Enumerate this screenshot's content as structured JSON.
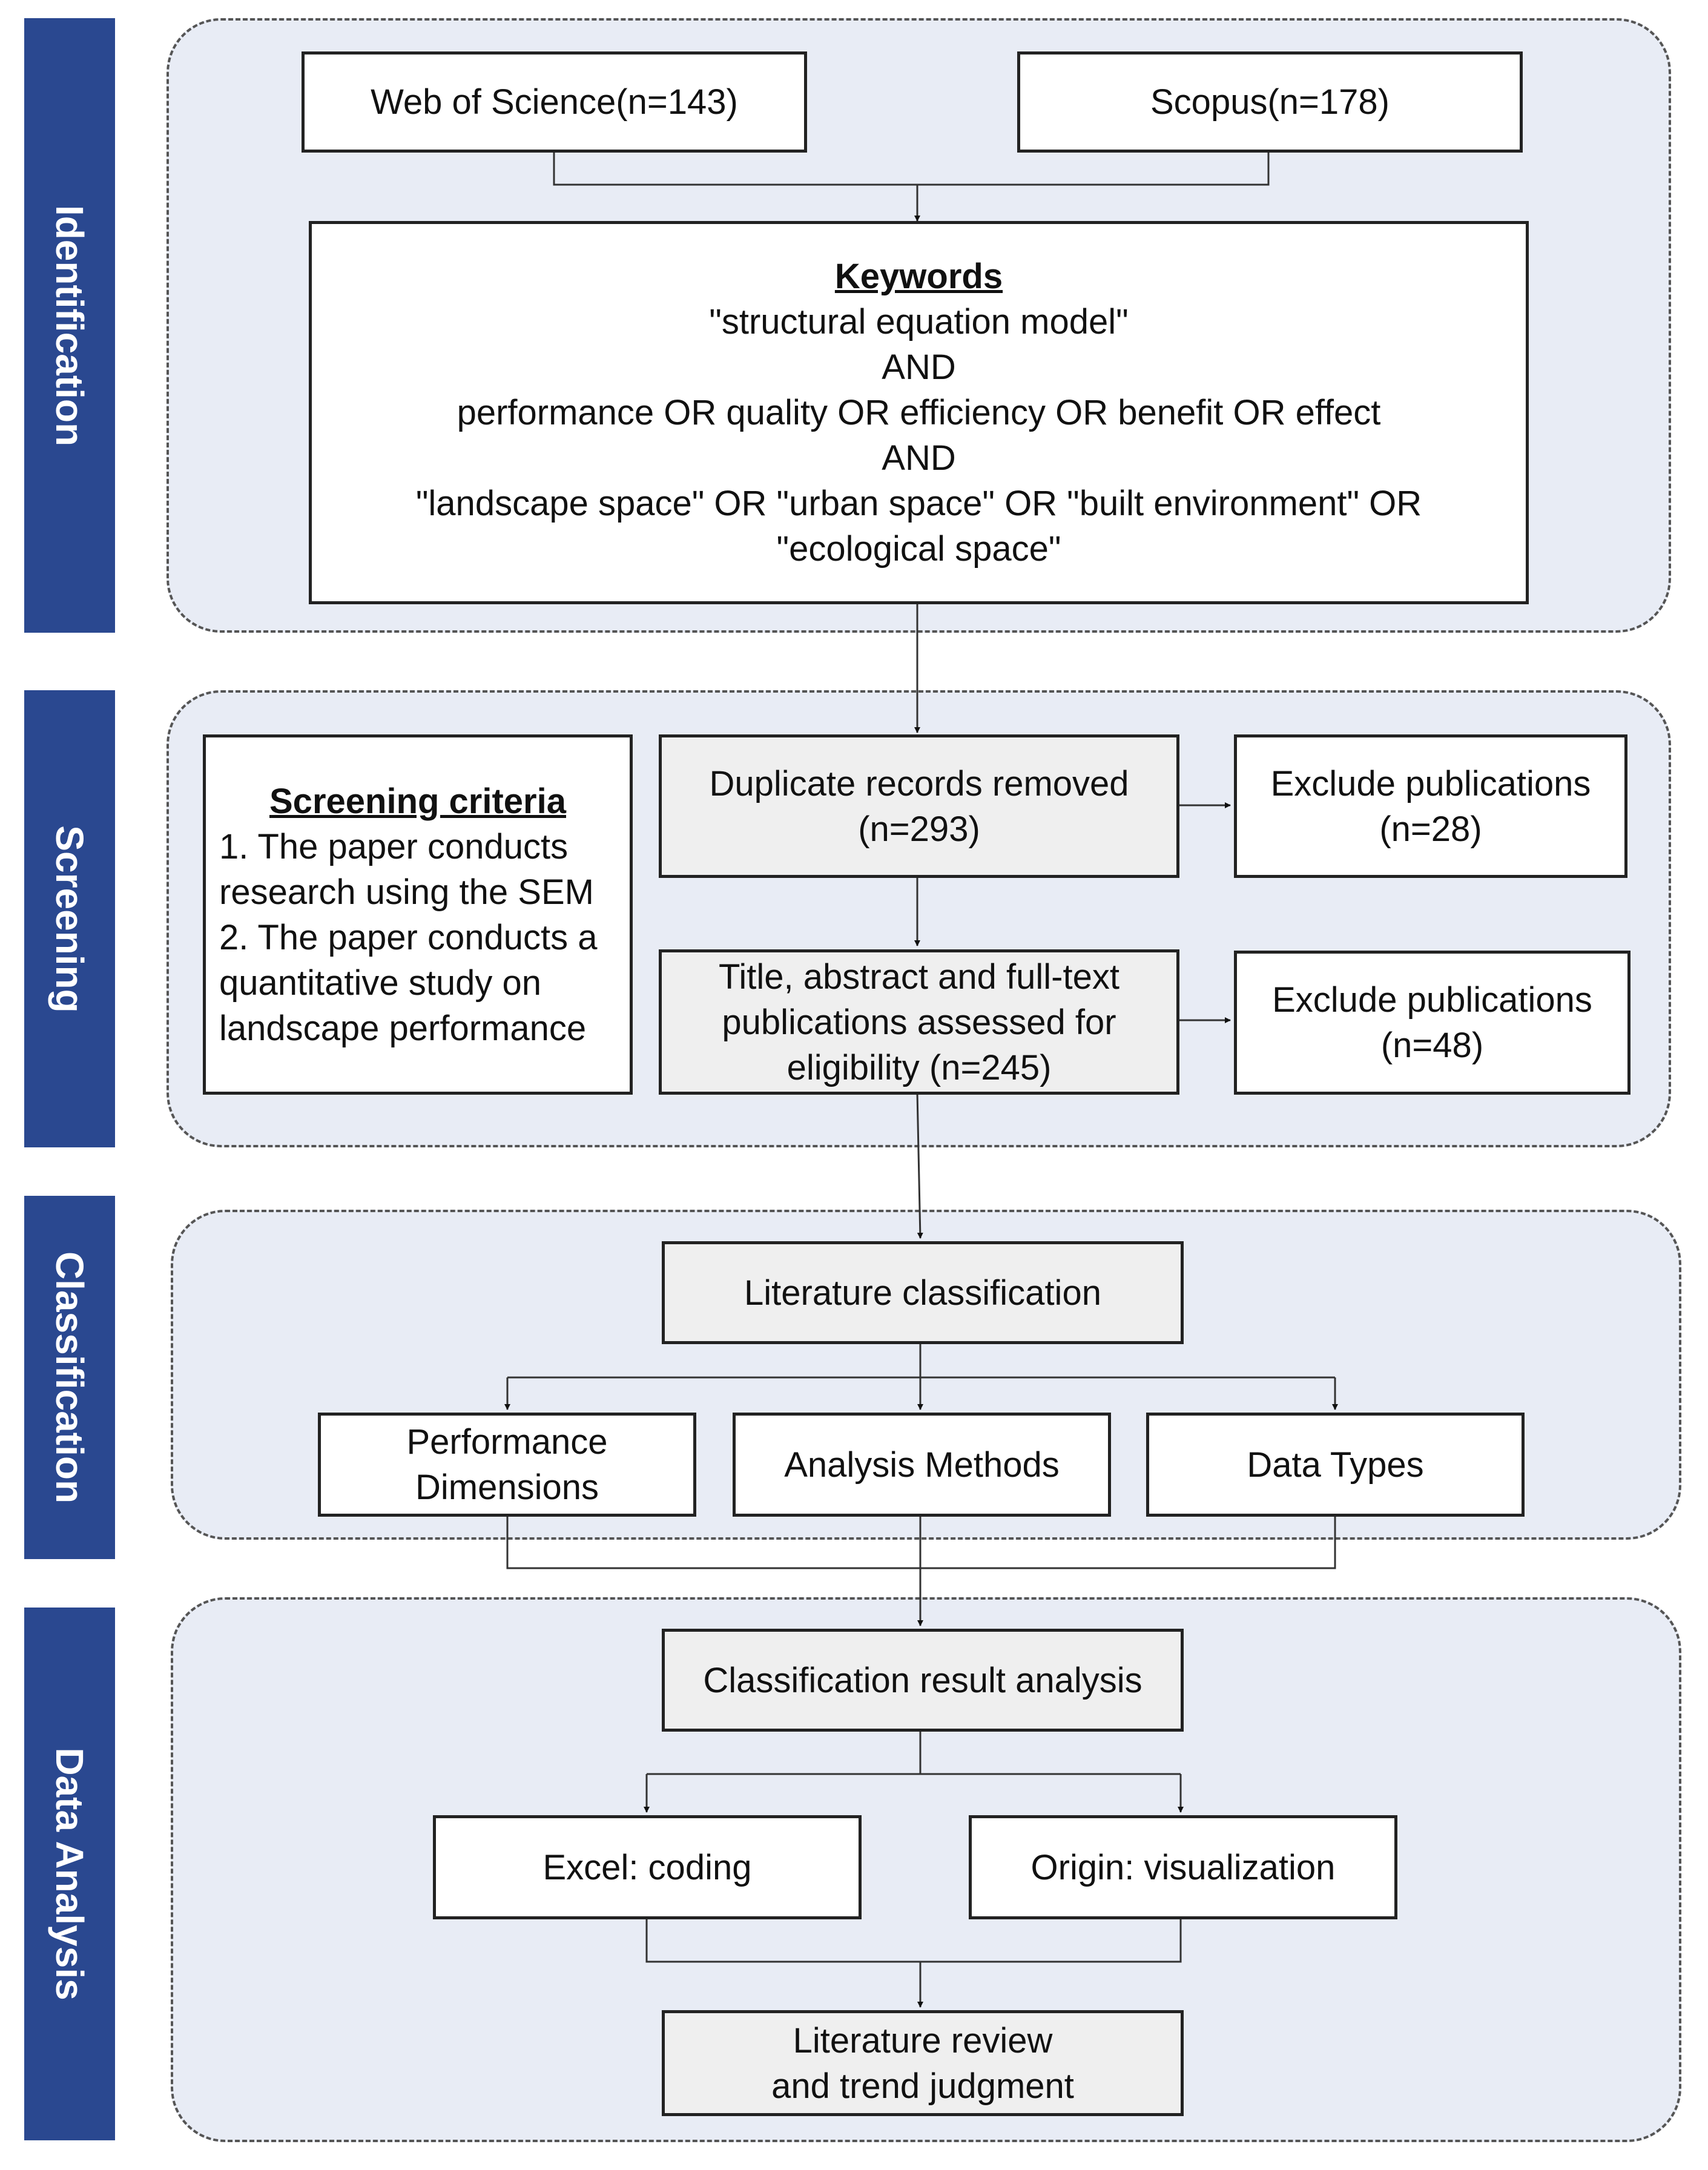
{
  "stages": {
    "identification": "Identification",
    "screening": "Screening",
    "classification": "Classification",
    "data_analysis": "Data Analysis"
  },
  "sources": {
    "wos": "Web of Science(n=143)",
    "scopus": "Scopus(n=178)"
  },
  "keywords": {
    "title": "Keywords",
    "lines": [
      "\"structural equation model\"",
      "AND",
      "performance OR quality OR efficiency OR benefit OR effect",
      "AND",
      "\"landscape space\" OR \"urban space\" OR \"built environment\" OR",
      "\"ecological space\""
    ]
  },
  "screening": {
    "criteria_title": "Screening criteria",
    "criteria_lines": [
      "1. The paper conducts",
      "research using the SEM",
      "2. The paper conducts a",
      "quantitative study on",
      "landscape performance"
    ],
    "duplicate_lines": [
      "Duplicate records removed",
      "(n=293)"
    ],
    "exclude1_lines": [
      "Exclude publications",
      "(n=28)"
    ],
    "eligibility_lines": [
      "Title, abstract and full-text",
      "publications assessed for",
      "eligibility (n=245)"
    ],
    "exclude2_lines": [
      "Exclude publications",
      "(n=48)"
    ]
  },
  "classification": {
    "main": "Literature classification",
    "performance_lines": [
      "Performance",
      "Dimensions"
    ],
    "methods": "Analysis Methods",
    "data_types": "Data Types"
  },
  "analysis": {
    "result": "Classification result analysis",
    "excel": "Excel: coding",
    "origin": "Origin: visualization",
    "review_lines": [
      "Literature review",
      "and trend judgment"
    ]
  },
  "colors": {
    "stage_bar": "#2a4890",
    "panel_fill": "#e8ecf5",
    "gray_box": "#efefef",
    "line": "#222222"
  }
}
